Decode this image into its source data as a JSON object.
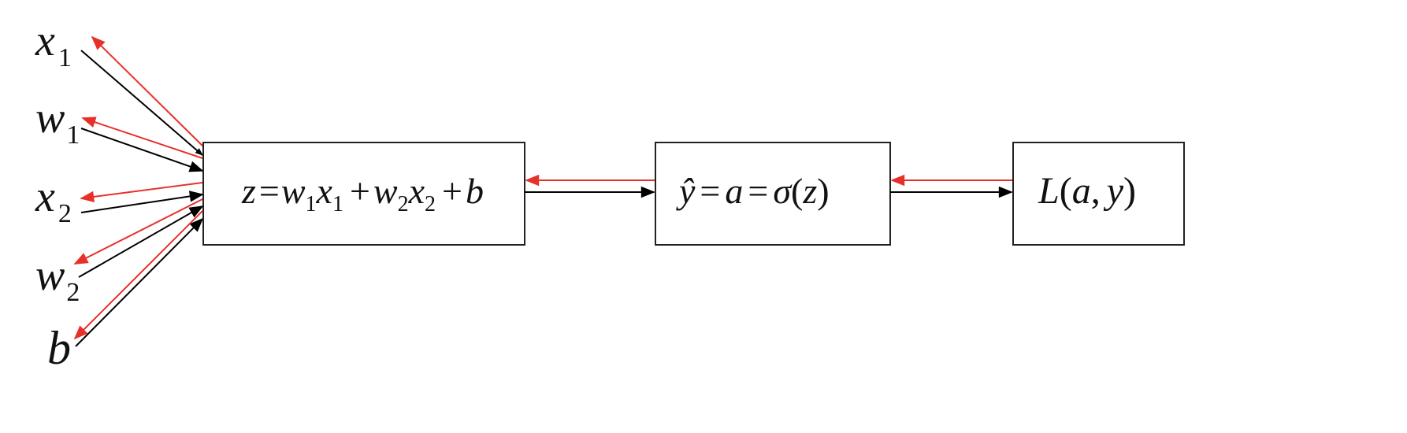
{
  "colors": {
    "forward": "#000000",
    "backward": "#e8302a",
    "box_stroke": "#222222"
  },
  "inputs": [
    {
      "id": "x1",
      "base": "x",
      "sub": "1"
    },
    {
      "id": "w1",
      "base": "w",
      "sub": "1"
    },
    {
      "id": "x2",
      "base": "x",
      "sub": "2"
    },
    {
      "id": "w2",
      "base": "w",
      "sub": "2"
    },
    {
      "id": "b",
      "base": "b",
      "sub": ""
    }
  ],
  "nodes": {
    "linear": {
      "z": "z",
      "eq1": "=",
      "w1": "w",
      "w1_sub": "1",
      "x1": "x",
      "x1_sub": "1",
      "plus1": "+",
      "w2": "w",
      "w2_sub": "2",
      "x2": "x",
      "x2_sub": "2",
      "plus2": "+",
      "b": "b"
    },
    "activation": {
      "yhat": "ŷ",
      "eq1": "=",
      "a": "a",
      "eq2": "=",
      "sigma": "σ",
      "lparen": "(",
      "z": "z",
      "rparen": ")"
    },
    "loss": {
      "L": "L",
      "lparen": "(",
      "a": "a",
      "comma": ",",
      "y": "y",
      "rparen": ")"
    }
  }
}
